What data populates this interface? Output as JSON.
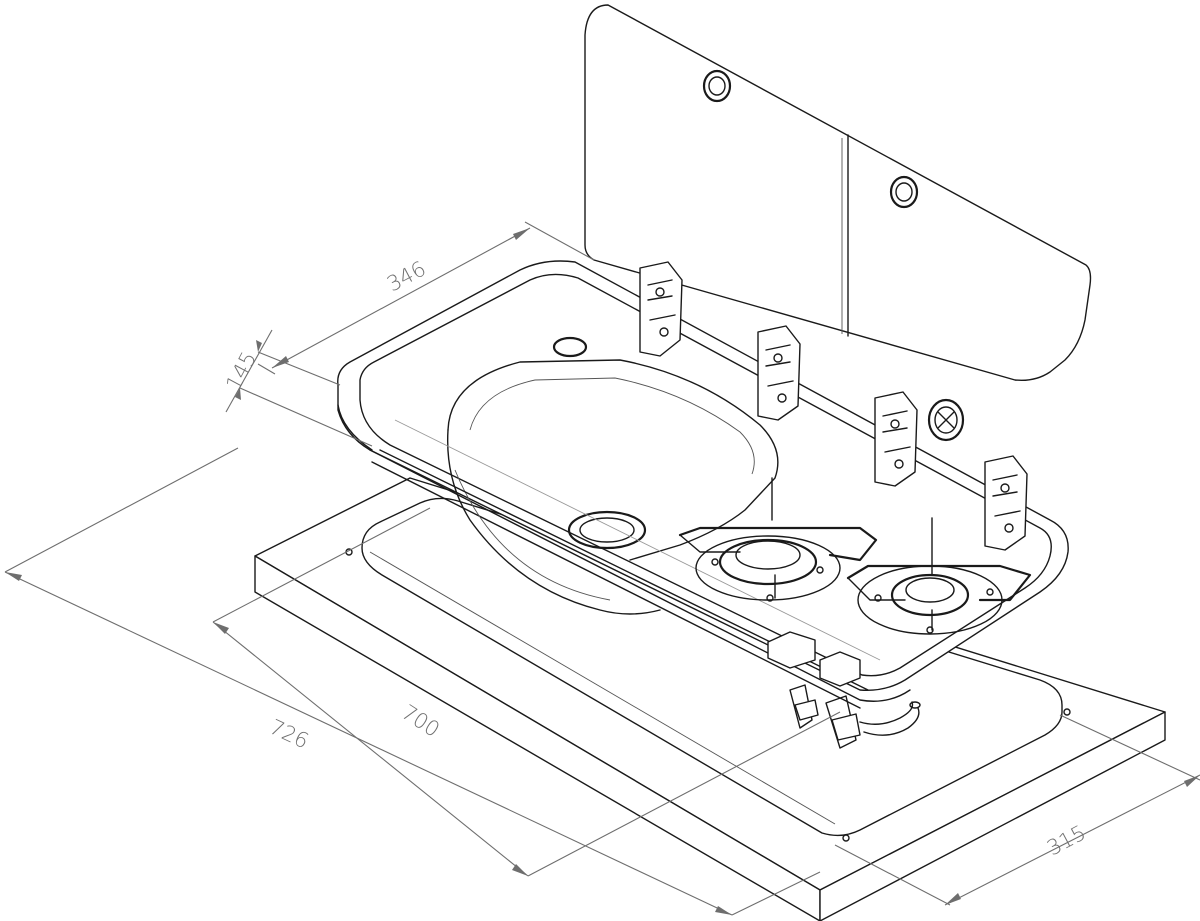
{
  "dimensions": [
    {
      "id": "depth-outer",
      "label": "346"
    },
    {
      "id": "height",
      "label": "145"
    },
    {
      "id": "width-outer",
      "label": "726"
    },
    {
      "id": "width-cutout",
      "label": "700"
    },
    {
      "id": "depth-cutout",
      "label": "315"
    }
  ],
  "colors": {
    "line": "#1a1a1a",
    "dimension": "#6e6e6e",
    "background": "#ffffff"
  }
}
